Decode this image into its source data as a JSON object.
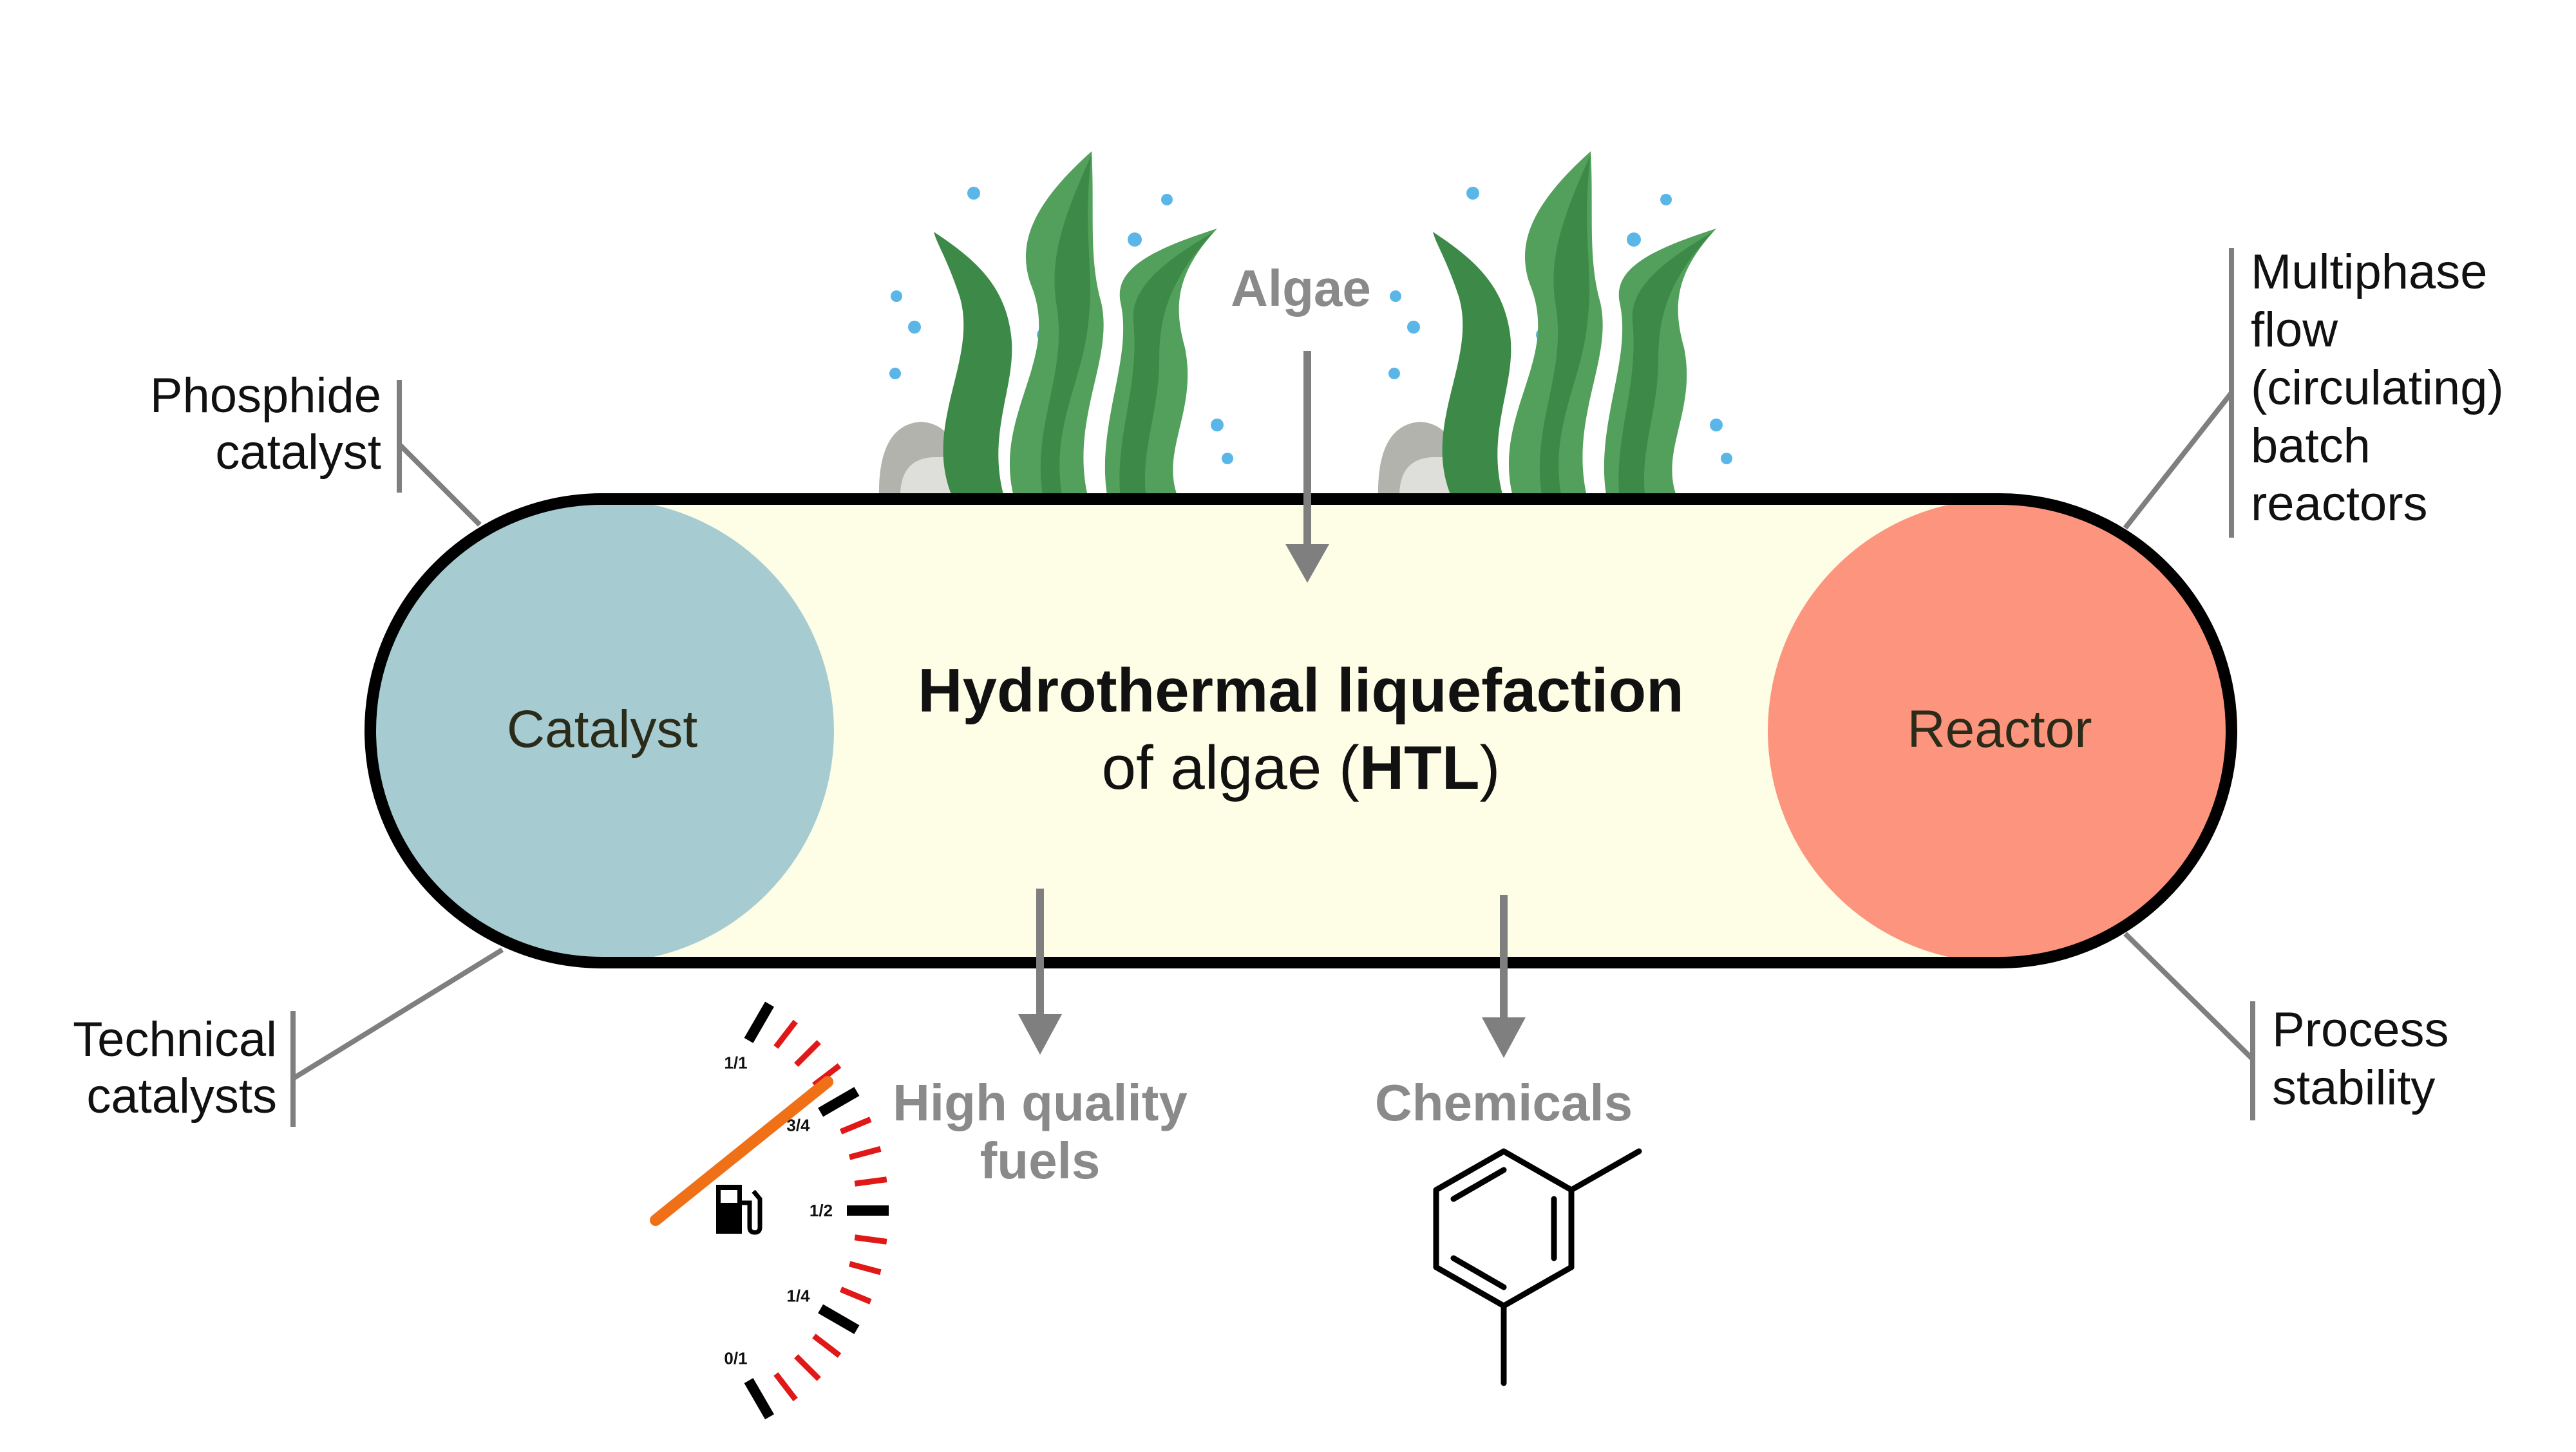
{
  "title": {
    "line1": "Hydrothermal liquefaction",
    "line2_prefix": "of algae (",
    "line2_bold": "HTL",
    "line2_suffix": ")"
  },
  "nodes": {
    "catalyst": "Catalyst",
    "reactor": "Reactor"
  },
  "inputs": {
    "algae": "Algae"
  },
  "outputs": {
    "fuels_line1": "High quality",
    "fuels_line2": "fuels",
    "chemicals": "Chemicals"
  },
  "annotations": {
    "phosphide": [
      "Phosphide",
      "catalyst"
    ],
    "technical": [
      "Technical",
      "catalysts"
    ],
    "multiphase": [
      "Multiphase",
      "flow",
      "(circulating)",
      "batch",
      "reactors"
    ],
    "process": [
      "Process",
      "stability"
    ]
  },
  "gauge": {
    "ticks": [
      "1/1",
      "3/4",
      "1/2",
      "1/4",
      "0/1"
    ],
    "level": 0.8
  },
  "colors": {
    "capsule_fill": "#fefde6",
    "catalyst": "#a6ccd1",
    "reactor": "#fd957e",
    "algae_dark": "#3d8a48",
    "algae_light": "#52a05b",
    "bubbles": "#5bb6e8",
    "arrows": "#7f7f7f",
    "needle": "#f07018"
  }
}
